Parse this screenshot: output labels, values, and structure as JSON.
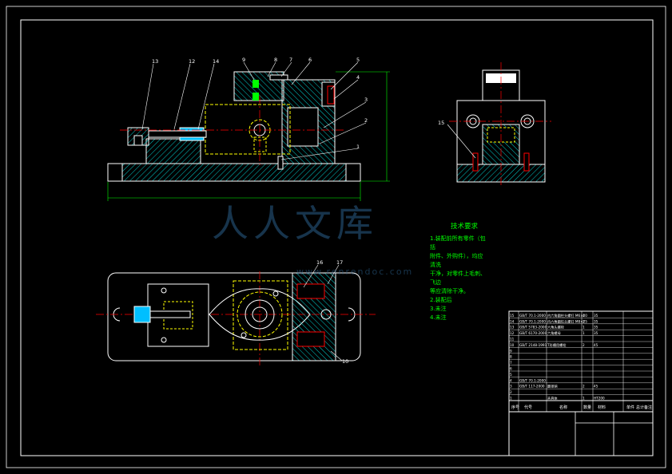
{
  "drawing": {
    "tech_requirements_title": "技术要求",
    "tech_requirements_lines": [
      "1.装配前所有零件（包括",
      "附件、外购件），均应清洗",
      "干净，对零件上毛刺、飞边",
      "等应清除干净。",
      "2.装配后",
      "3.未注",
      "4.未注"
    ],
    "watermark_text": "人人文库",
    "watermark_url": "www.renrendoc.com",
    "colors": {
      "background": "#000000",
      "outline": "#ffffff",
      "hatch": "#00ffff",
      "dashed": "#ffff00",
      "centerline": "#ff0000",
      "text": "#00ff00",
      "watermark": "#2a5f8a"
    }
  },
  "balloons_front": [
    "13",
    "12",
    "14",
    "9",
    "8",
    "7",
    "6",
    "5",
    "4",
    "3",
    "2",
    "1"
  ],
  "balloons_side": [
    "15"
  ],
  "balloons_plan": [
    "16",
    "17",
    "10"
  ],
  "title_block": {
    "headers": [
      "序号",
      "代号",
      "名称",
      "数量",
      "材料",
      "单件",
      "总计",
      "备注"
    ],
    "rows": [
      [
        "15",
        "GB/T 70.1-2000",
        "内六角圆柱头螺钉 M6×20",
        "4",
        "35",
        ""
      ],
      [
        "14",
        "GB/T 70.1-2000",
        "内六角圆柱头螺钉 M8×25",
        "2",
        "35",
        ""
      ],
      [
        "13",
        "GB/T 5783-2000",
        "六角头螺栓",
        "1",
        "35",
        ""
      ],
      [
        "12",
        "GB/T 6170-2000",
        "六角螺母",
        "1",
        "35",
        ""
      ],
      [
        "11",
        "",
        "",
        "",
        "",
        ""
      ],
      [
        "10",
        "GB/T 2148-1991",
        "T形槽用螺栓",
        "2",
        "45",
        ""
      ],
      [
        "9",
        "",
        "",
        "",
        "",
        ""
      ],
      [
        "8",
        "",
        "",
        "",
        "",
        ""
      ],
      [
        "7",
        "",
        "",
        "",
        "",
        ""
      ],
      [
        "6",
        "",
        "",
        "",
        "",
        ""
      ],
      [
        "5",
        "",
        "",
        "",
        "",
        ""
      ],
      [
        "4",
        "GB/T 70.1-2000",
        "",
        "",
        "",
        ""
      ],
      [
        "3",
        "GB/T 117-2000",
        "圆锥销",
        "2",
        "45",
        ""
      ],
      [
        "2",
        "",
        "",
        "",
        "",
        ""
      ],
      [
        "1",
        "",
        "夹具体",
        "1",
        "HT200",
        ""
      ]
    ]
  }
}
